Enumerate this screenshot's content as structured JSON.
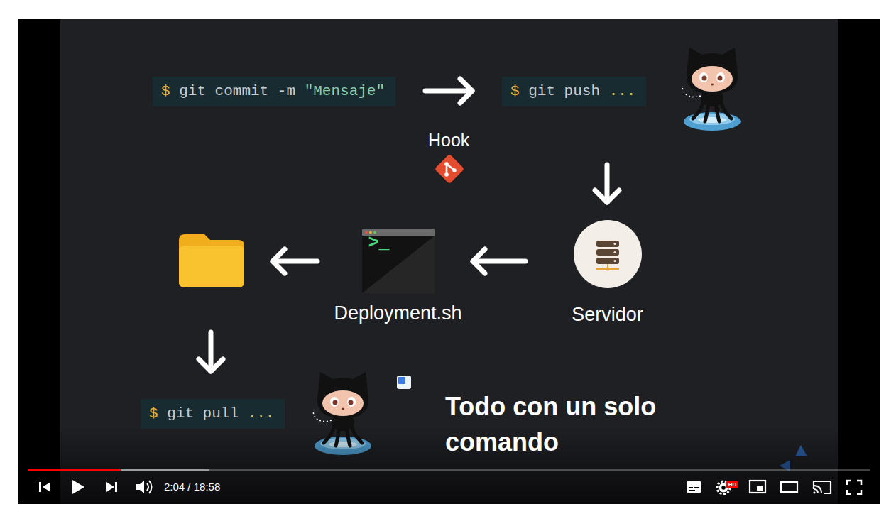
{
  "diagram": {
    "nodes": [
      {
        "text": [
          "$ git commit -m \"Mensaje\""
        ]
      },
      {
        "text": [
          "$ git push ..."
        ]
      },
      {
        "text": [
          ">_",
          "Deployment.sh"
        ]
      },
      {
        "text": [
          "Servidor"
        ]
      },
      {
        "text": [
          "$ git pull ..."
        ]
      }
    ],
    "edges": [
      {
        "from": 0,
        "to": 1,
        "arrow": "to",
        "label": "Hook"
      },
      {
        "from": 1,
        "to": 3,
        "arrow": "to"
      },
      {
        "from": 3,
        "to": 2,
        "arrow": "to"
      }
    ],
    "labels": [
      "Todo con un solo comando",
      "2:04 / 18:58",
      "HD"
    ]
  }
}
